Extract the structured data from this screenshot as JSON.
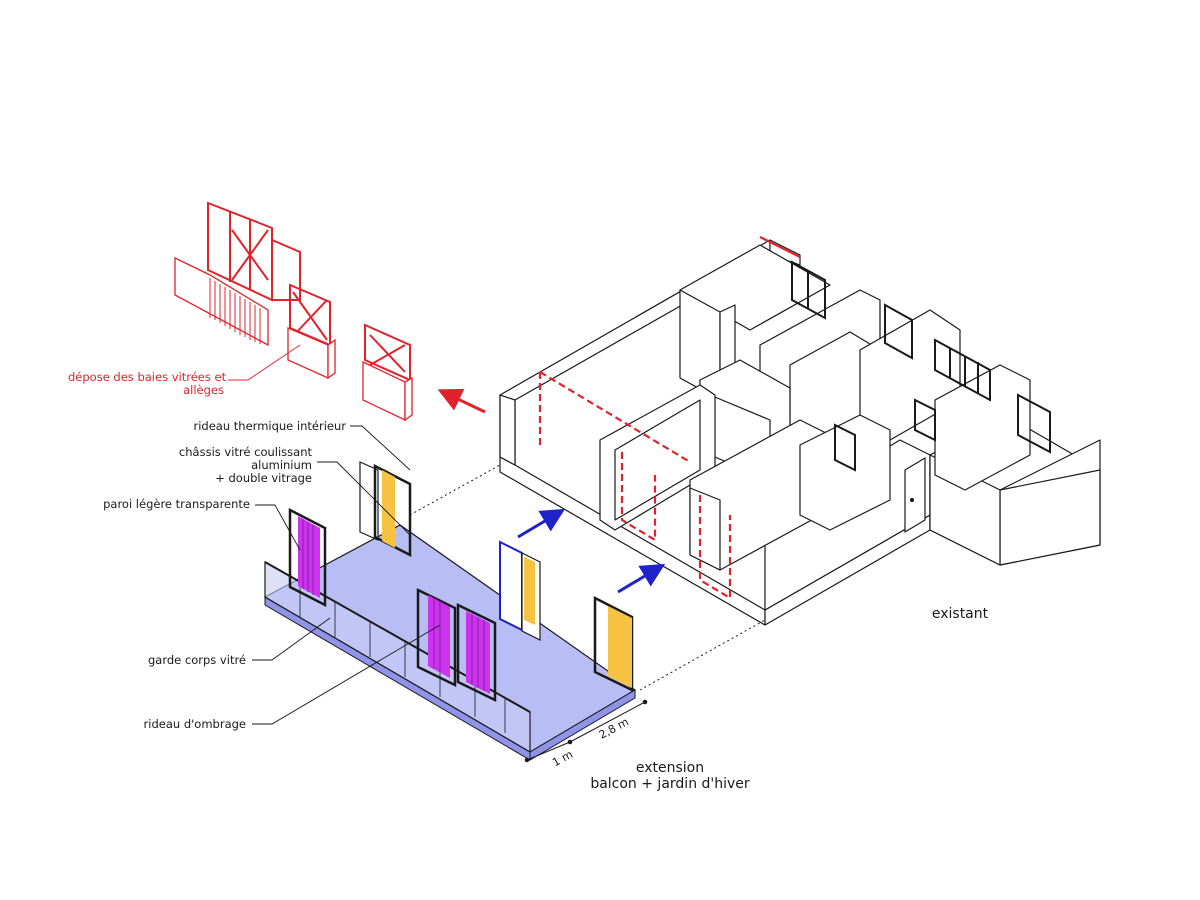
{
  "labels": {
    "depose_line1": "dépose des baies vitrées et",
    "depose_line2": "allèges",
    "rideau_thermique": "rideau thermique intérieur",
    "chassis_line1": "châssis vitré coulissant",
    "chassis_line2": "aluminium",
    "chassis_line3": "+ double vitrage",
    "paroi": "paroi légère transparente",
    "garde_corps": "garde corps vitré",
    "rideau_ombrage": "rideau d'ombrage",
    "existant": "existant",
    "extension_line1": "extension",
    "extension_line2": "balcon + jardin d'hiver",
    "dim_1m": "1 m",
    "dim_28m": "2,8 m"
  },
  "colors": {
    "demolition": "#e0232b",
    "structure": "#1a1a1a",
    "balcony_floor": "#b9bdf5",
    "glass": "#8f94e8",
    "purple_curtain": "#cc33ee",
    "yellow_curtain": "#f5c242",
    "arrow_blue": "#1f22c9",
    "arrow_red": "#e0232b"
  }
}
